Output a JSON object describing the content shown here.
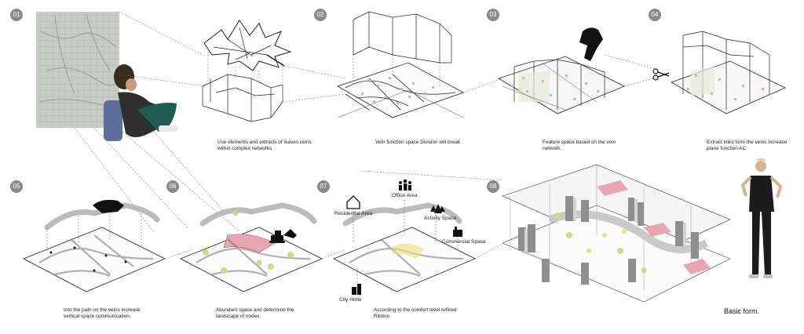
{
  "steps": [
    {
      "num": "01"
    },
    {
      "num": "02",
      "caption": "Use elements and extracts of leaves veins within complex networks"
    },
    {
      "num": "03",
      "caption": "Vein function space Division will break"
    },
    {
      "num": "04",
      "caption": "Feature space based on the vein network."
    },
    {
      "num": "05",
      "caption": "Into the path on the veins increase vertical space communication."
    },
    {
      "num": "06",
      "caption": "Abundant space and determine the landscape of nodes."
    },
    {
      "num": "07",
      "caption": "According to the comfort level refined Ribbon."
    },
    {
      "num": "08",
      "caption": "Basic form."
    }
  ],
  "top_right_caption": "Extract links form the veins increase plane function AC",
  "function_labels": {
    "residential": "Residential Area",
    "office": "Office Area",
    "activity": "Activity Space",
    "commercial": "Commercial Space",
    "hotel": "City Hotle"
  },
  "colors": {
    "badge": "#8a8a8a",
    "line": "#333333",
    "pink": "#e8a7b0",
    "green": "#c9dc86",
    "blue": "#9cc3e6",
    "yellow": "#ece07a"
  }
}
